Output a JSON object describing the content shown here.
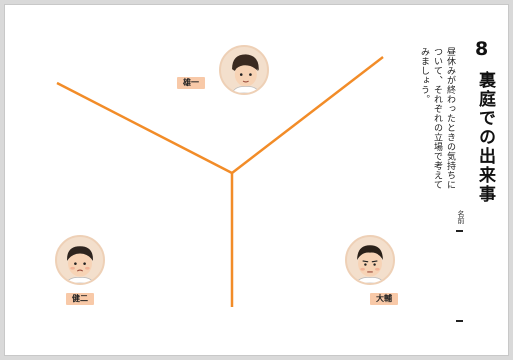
{
  "chapter": {
    "number": "8",
    "title": "裏庭での出来事"
  },
  "instruction": "昼休みが終わったときの気持ちについて、それぞれの立場で考えてみましょう。",
  "name_field_label": "名前",
  "characters": [
    {
      "name": "雄一",
      "icon": "boy-face-icon"
    },
    {
      "name": "健二",
      "icon": "boy-face-icon"
    },
    {
      "name": "大輔",
      "icon": "boy-face-icon"
    }
  ],
  "colors": {
    "divider": "#f28c28",
    "name_tag": "#f8c9a8",
    "portrait_bg": "#f3dfcc"
  }
}
